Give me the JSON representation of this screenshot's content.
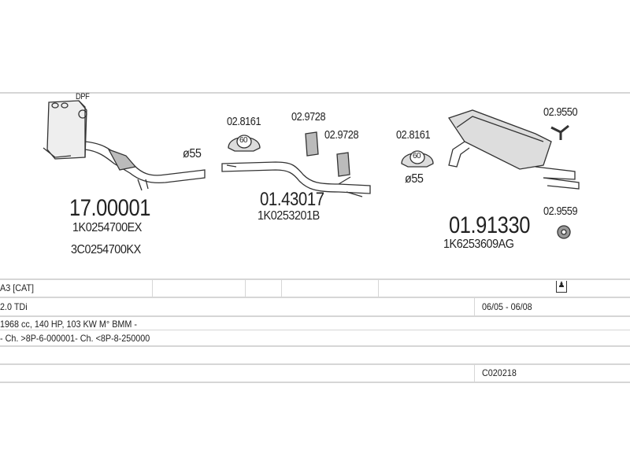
{
  "diagram": {
    "dpf_label": "DPF",
    "diameter_1": "ø55",
    "diameter_2": "ø55",
    "clamp_size_1": "60",
    "clamp_size_2": "60",
    "parts": [
      {
        "number": "17.00001",
        "oem": [
          "1K0254700EX",
          "3C0254700KX"
        ]
      },
      {
        "number": "01.43017",
        "oem": [
          "1K0253201B"
        ]
      },
      {
        "number": "01.91330",
        "oem": [
          "1K6253609AG"
        ]
      }
    ],
    "accessories": [
      "02.8161",
      "02.9728",
      "02.9728",
      "02.8161",
      "02.9550",
      "02.9559"
    ]
  },
  "table": {
    "model": "A3  [CAT]",
    "engine": "2.0 TDi",
    "years": "06/05 - 06/08",
    "specs": "1968 cc, 140 HP, 103 KW M° BMM -",
    "chassis": "- Ch. >8P-6-000001- Ch. <8P-8-250000",
    "code": "C020218"
  }
}
